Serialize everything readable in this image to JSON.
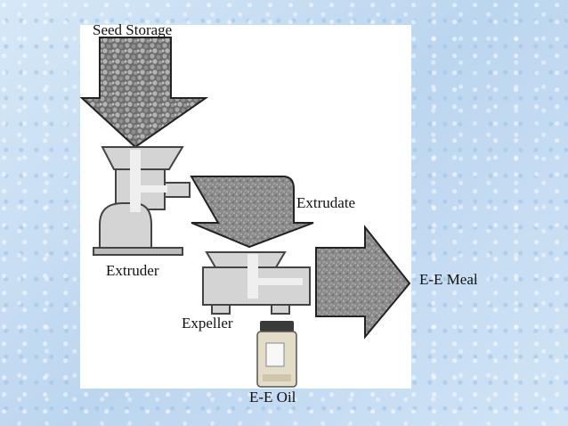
{
  "diagram": {
    "labels": {
      "seed_storage": "Seed Storage",
      "extrudate": "Extrudate",
      "extruder": "Extruder",
      "expeller": "Expeller",
      "ee_meal": "E-E Meal",
      "ee_oil": "E-E Oil"
    }
  }
}
